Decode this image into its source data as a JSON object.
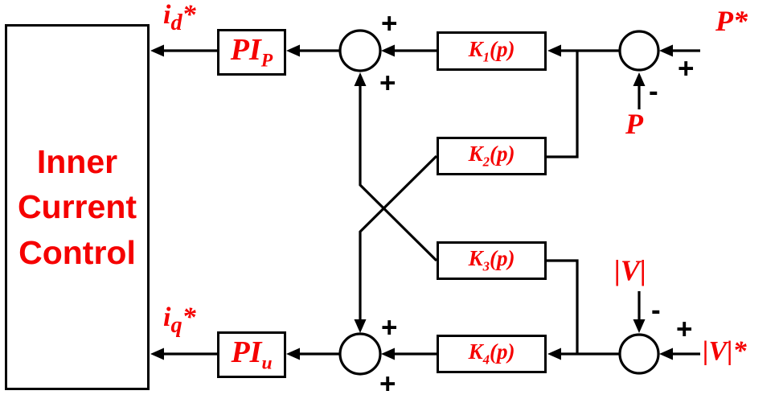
{
  "colors": {
    "label_red": "#f50000",
    "line_black": "#000000",
    "background": "#ffffff"
  },
  "blocks": {
    "inner_control": {
      "line1": "Inner",
      "line2": "Current",
      "line3": "Control"
    },
    "pi_p": {
      "base": "PI",
      "sub": "P"
    },
    "pi_u": {
      "base": "PI",
      "sub": "u"
    },
    "k1": {
      "base": "K",
      "sub": "1",
      "arg": "(p)"
    },
    "k2": {
      "base": "K",
      "sub": "2",
      "arg": "(p)"
    },
    "k3": {
      "base": "K",
      "sub": "3",
      "arg": "(p)"
    },
    "k4": {
      "base": "K",
      "sub": "4",
      "arg": "(p)"
    }
  },
  "signals": {
    "id_ref": {
      "base": "i",
      "sub": "d",
      "star": "*"
    },
    "iq_ref": {
      "base": "i",
      "sub": "q",
      "star": "*"
    },
    "p_ref": "P*",
    "p_meas": "P",
    "v_meas": "|V|",
    "v_ref": "|V|*"
  },
  "operators": {
    "plus": "+",
    "minus": "-"
  }
}
